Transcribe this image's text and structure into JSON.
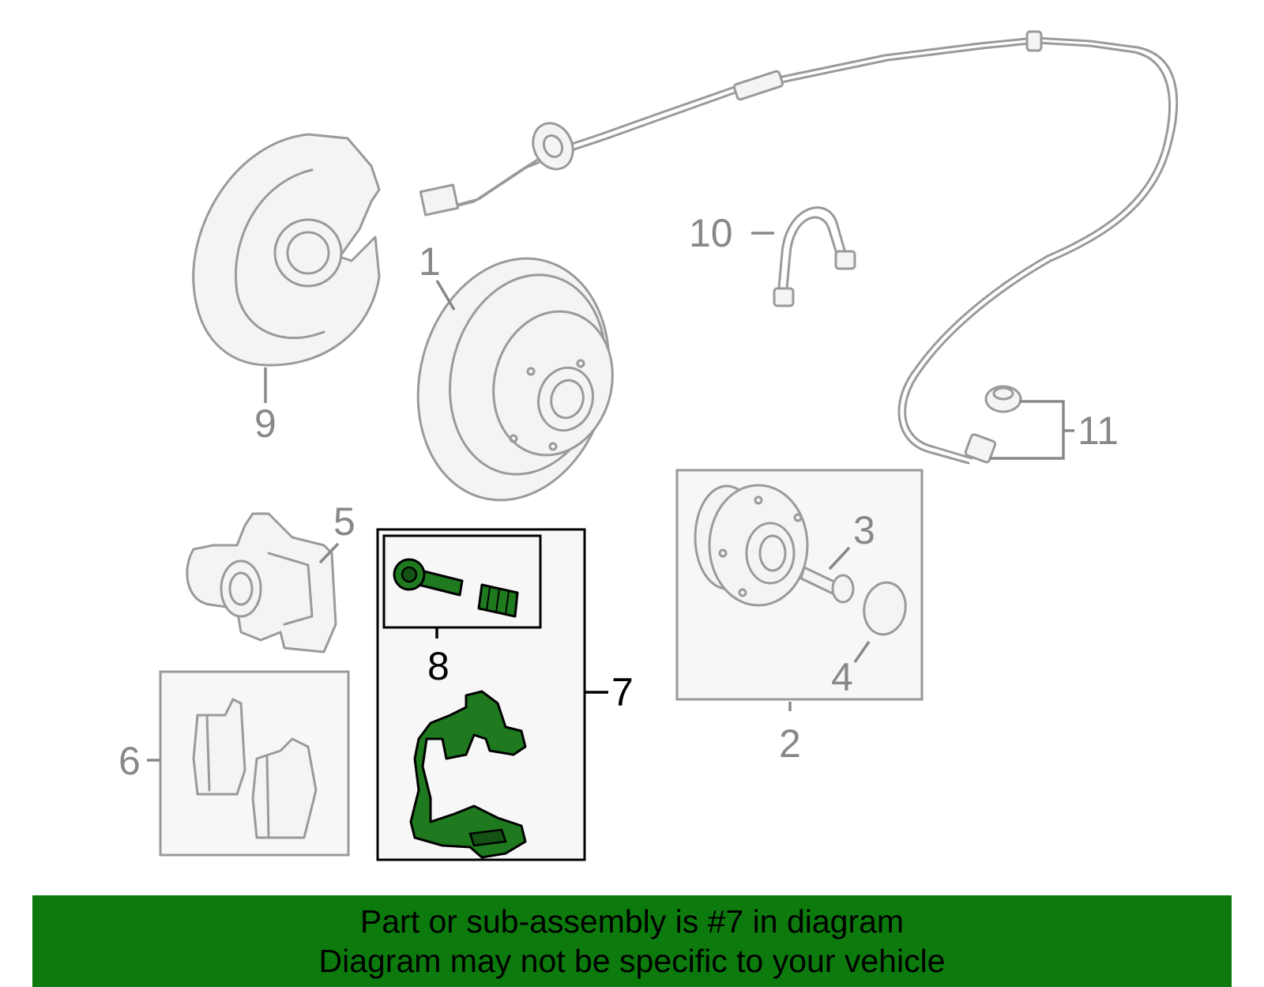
{
  "callouts": {
    "c1": "1",
    "c2": "2",
    "c3": "3",
    "c4": "4",
    "c5": "5",
    "c6": "6",
    "c7": "7",
    "c8": "8",
    "c9": "9",
    "c10": "10",
    "c11": "11"
  },
  "banner": {
    "line1": "Part or sub-assembly is #7 in diagram",
    "line2": "Diagram may not be specific to your vehicle"
  },
  "colors": {
    "highlight": "#1f7a1f",
    "banner": "#0c7a0c",
    "ghost_part": "#9a9a9a"
  }
}
